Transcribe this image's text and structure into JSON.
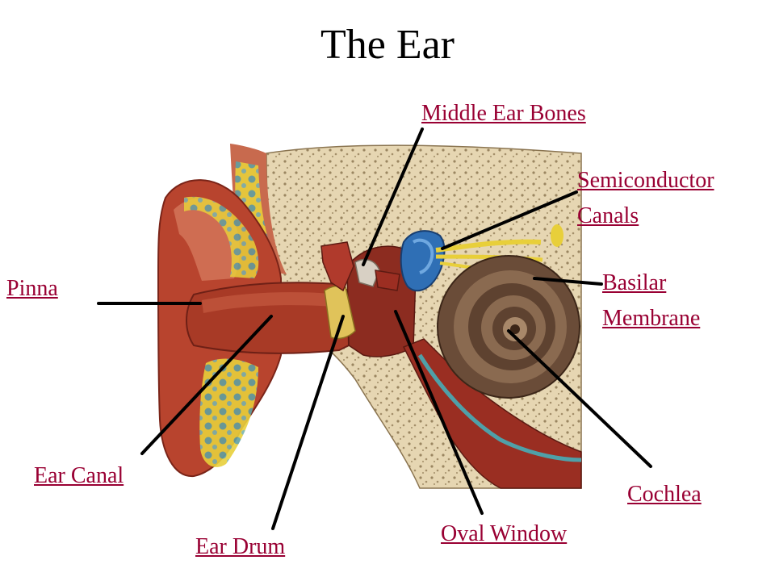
{
  "title": "The Ear",
  "labels": {
    "middle_ear_bones": "Middle Ear Bones",
    "semicircular_line1": "Semiconductor",
    "semicircular_line2": "Canals",
    "basilar_line1": "Basilar",
    "basilar_line2": "Membrane",
    "pinna": "Pinna",
    "ear_canal": "Ear Canal",
    "cochlea": "Cochlea",
    "oval_window": "Oval Window",
    "ear_drum": "Ear Drum"
  },
  "colors": {
    "label_link": "#990033",
    "leader_line": "#000000"
  }
}
